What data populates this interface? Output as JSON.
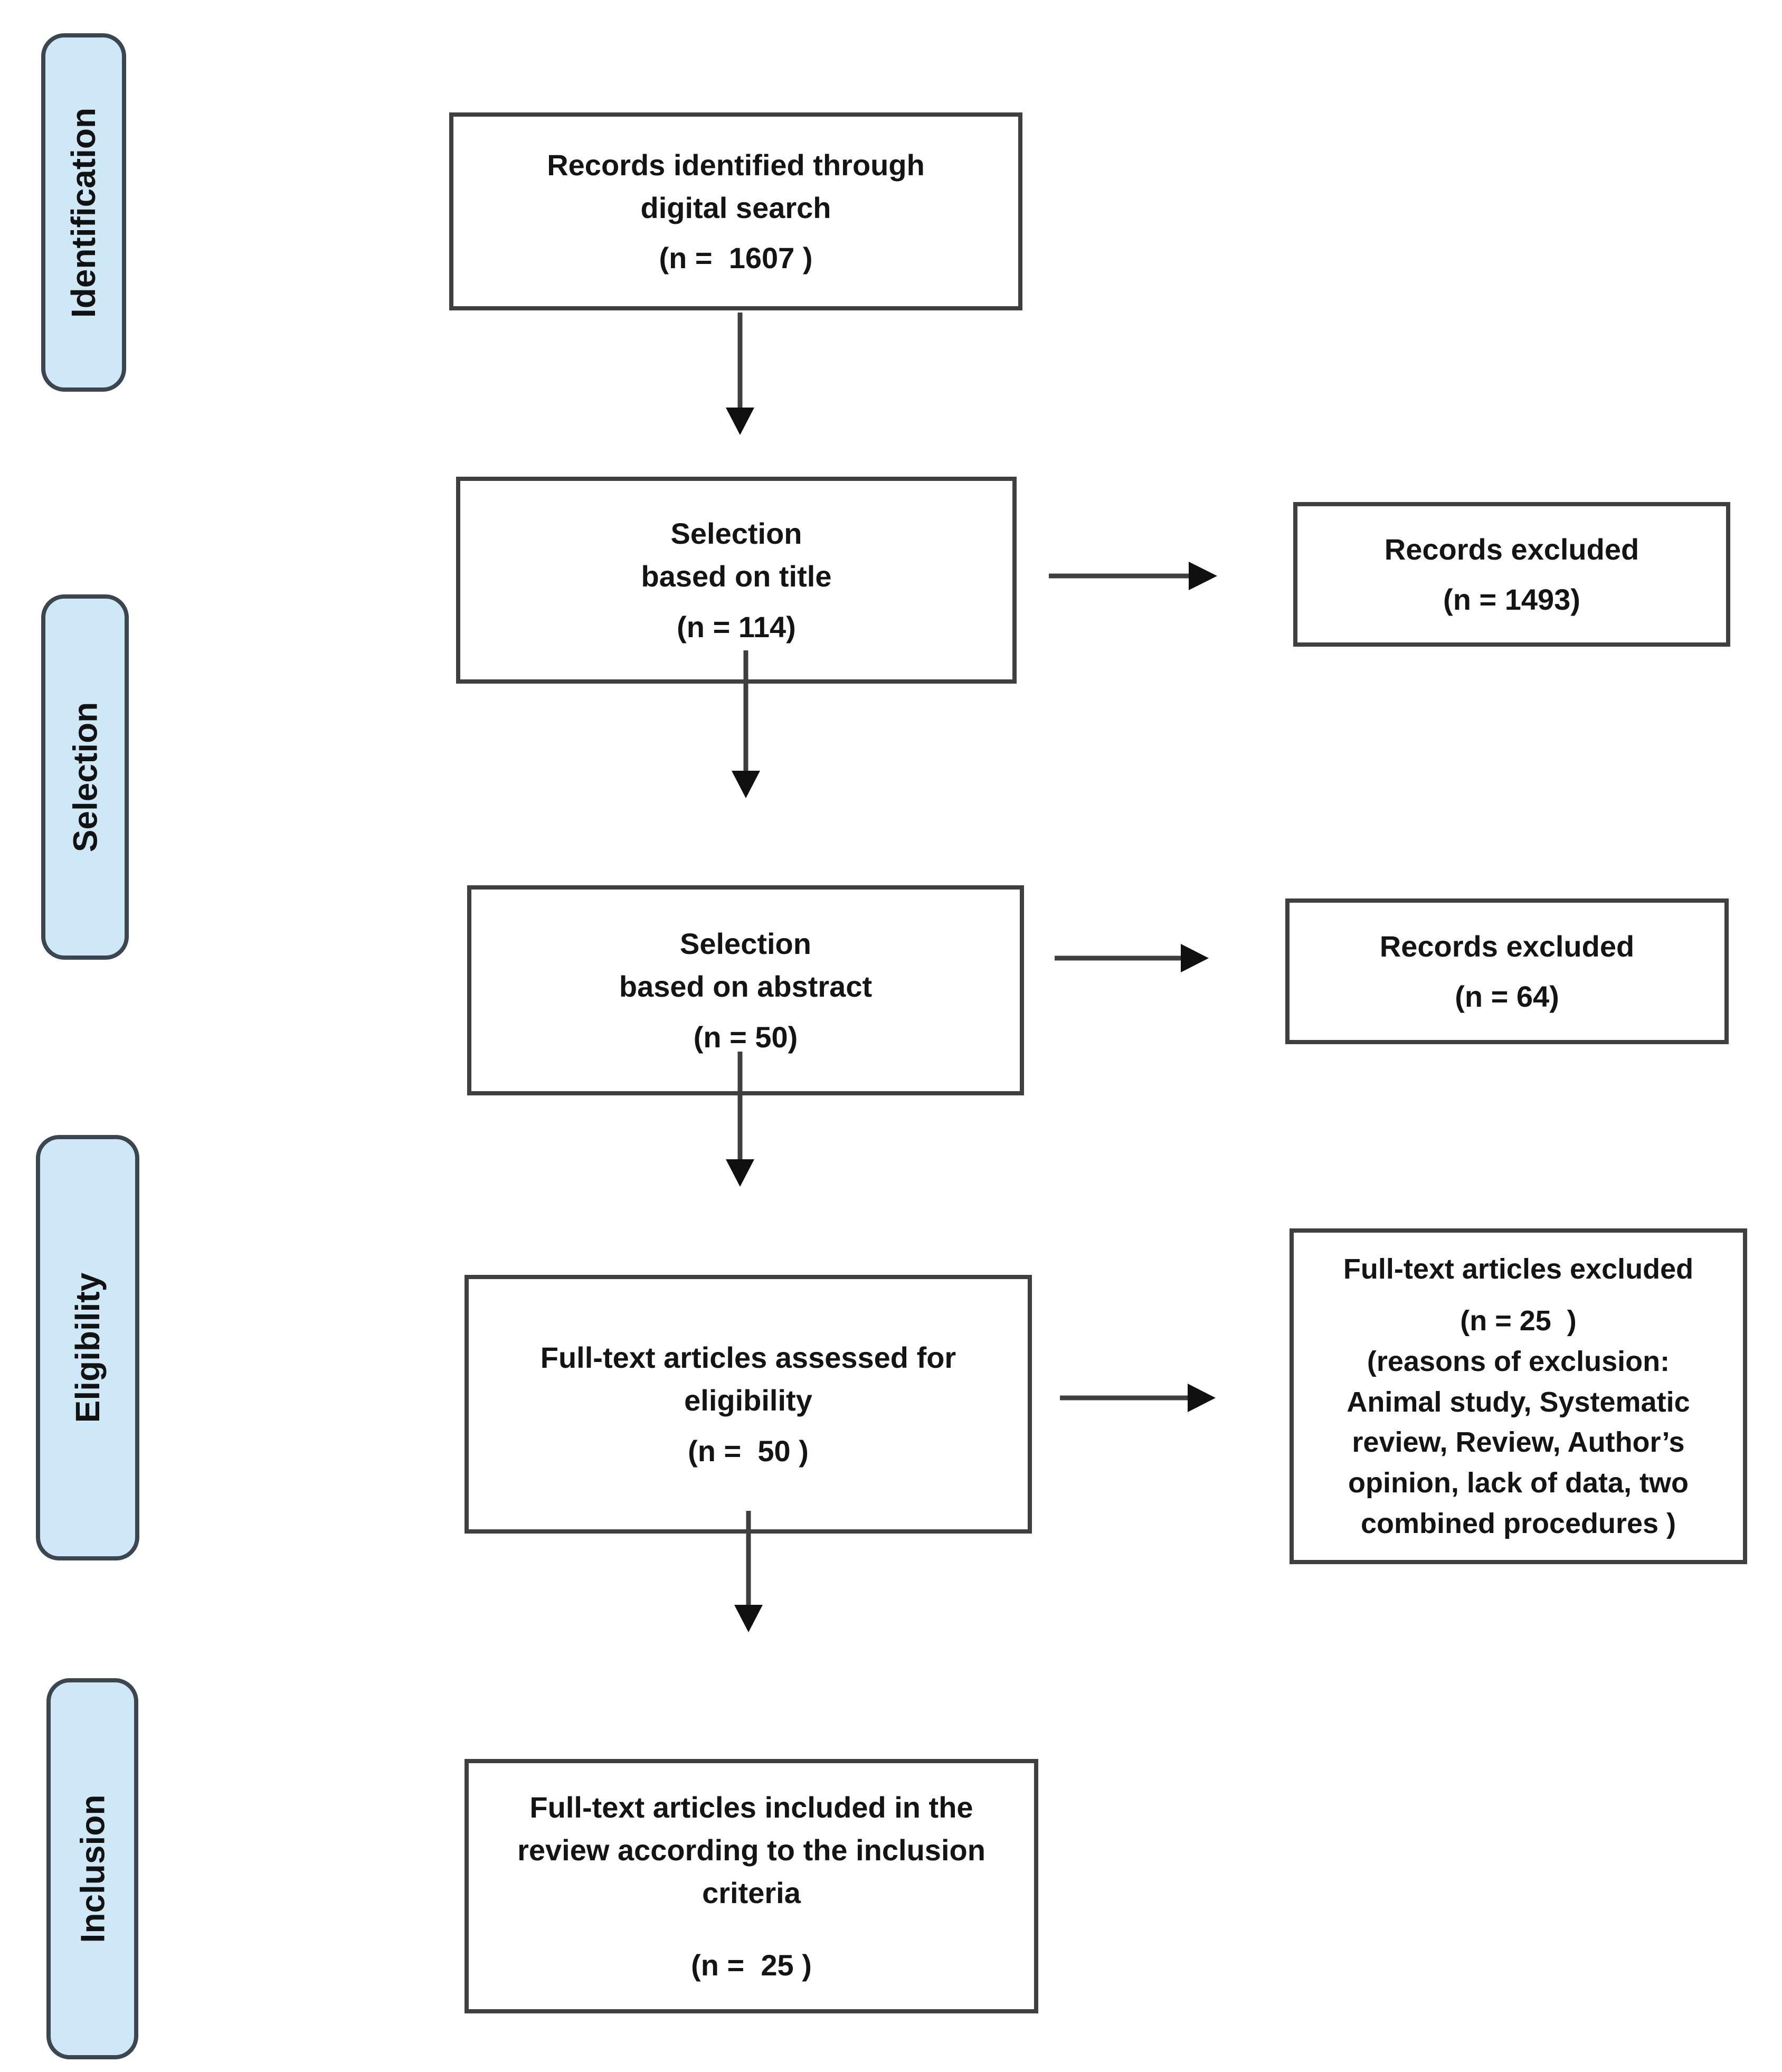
{
  "diagram": {
    "stages": [
      {
        "label": "Identification"
      },
      {
        "label": "Selection"
      },
      {
        "label": "Eligibility"
      },
      {
        "label": "Inclusion"
      }
    ],
    "boxes": {
      "identified": {
        "text": "Records identified through\ndigital search",
        "n": "(n =  1607 )"
      },
      "title_selection": {
        "text": "Selection\nbased on title",
        "n": "(n = 114)"
      },
      "excluded_title": {
        "text": "Records excluded",
        "n": "(n = 1493)"
      },
      "abstract_selection": {
        "text": "Selection\nbased on abstract",
        "n": "(n = 50)"
      },
      "excluded_abstract": {
        "text": "Records excluded",
        "n": "(n = 64)"
      },
      "fulltext_assessed": {
        "text": "Full-text articles assessed for\neligibility",
        "n": "(n =  50 )"
      },
      "fulltext_excluded": {
        "text": "Full-text articles excluded",
        "n": "(n = 25  )",
        "reasons": "(reasons of exclusion:\nAnimal study, Systematic\nreview, Review, Author’s\nopinion, lack of data, two\ncombined procedures )"
      },
      "included": {
        "text": "Full-text articles included in the\nreview according to the inclusion\ncriteria",
        "n": "(n =  25 )"
      }
    },
    "colors": {
      "stage_fill": "#cfe8f8",
      "stage_border": "#3c4650",
      "box_border": "#3f3f3f",
      "arrow_line": "#3f3f3f",
      "arrow_head": "#101010"
    }
  }
}
